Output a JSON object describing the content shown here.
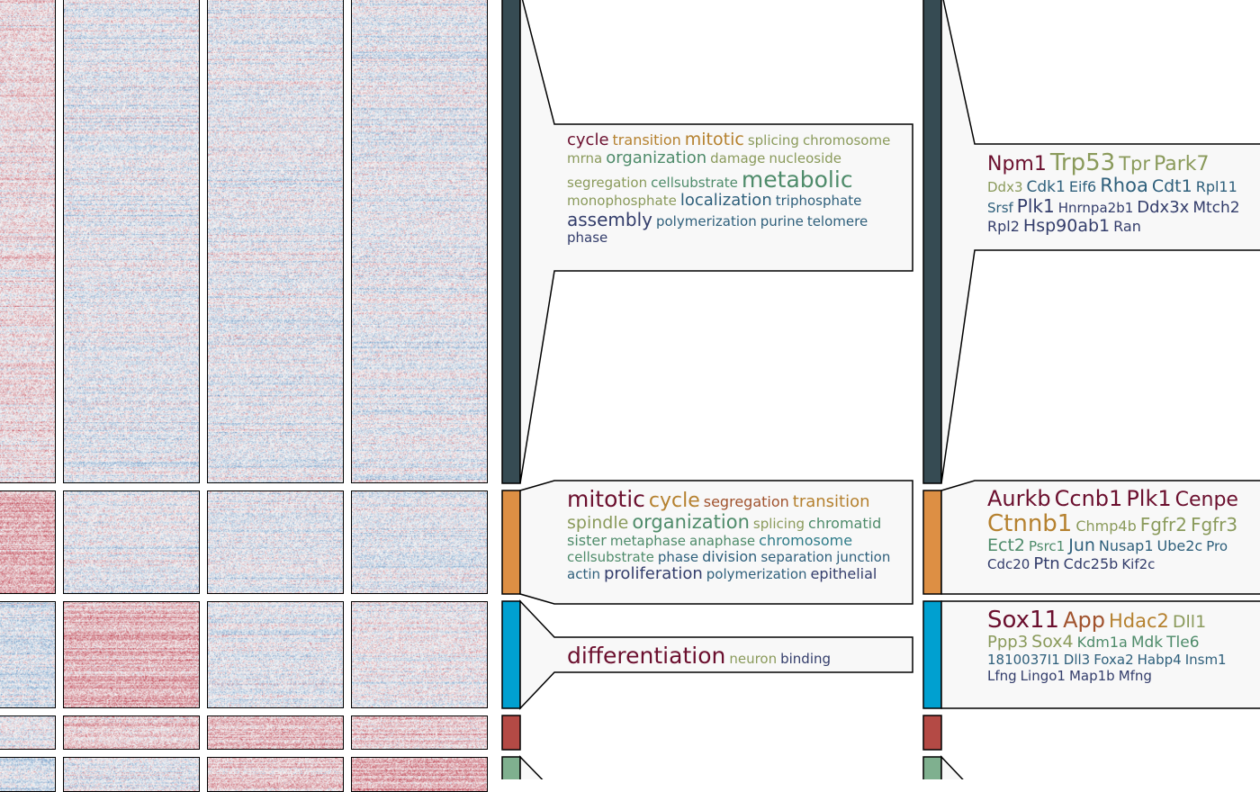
{
  "colors": {
    "heat_high": "#b2182b",
    "heat_low": "#2166ac",
    "heat_mid": "#f7f7f7",
    "panel_border": "#000000",
    "box_fill": "#f8f8f8",
    "word_palette": [
      "#6b0f2e",
      "#b5812f",
      "#8a9a5b",
      "#4e8b6a",
      "#2e5f7b",
      "#333d6b",
      "#a0522d",
      "#2e7b88"
    ]
  },
  "chart_data": {
    "type": "heatmap",
    "columns": 4,
    "clusters": [
      {
        "id": "cluster-1",
        "color": "#364b53",
        "column_bias": [
          0.15,
          0.0,
          0.0,
          0.0
        ],
        "go_terms": [
          "cycle",
          "transition",
          "mitotic",
          "splicing",
          "chromosome",
          "mrna",
          "organization",
          "damage",
          "nucleoside",
          "segregation",
          "cellsubstrate",
          "metabolic",
          "monophosphate",
          "localization",
          "triphosphate",
          "assembly",
          "polymerization",
          "purine",
          "telomere",
          "phase"
        ],
        "go_sizes": [
          18,
          16,
          19,
          15,
          15,
          15,
          18,
          15,
          15,
          15,
          15,
          25,
          15,
          18,
          15,
          20,
          15,
          15,
          15,
          15
        ],
        "go_colors": [
          0,
          1,
          1,
          2,
          2,
          2,
          3,
          2,
          2,
          2,
          3,
          3,
          2,
          4,
          4,
          5,
          4,
          4,
          4,
          5
        ],
        "genes": [
          "Npm1",
          "Trp53",
          "Tpr",
          "Park7",
          "Ddx3",
          "Cdk1",
          "Eif6",
          "Rhoa",
          "Cdt1",
          "Rpl11",
          "Srsf",
          "Plk1",
          "Hnrnpa2b1",
          "Ddx3x",
          "Mtch2",
          "Rpl2",
          "Hsp90ab1",
          "Ran"
        ],
        "gene_sizes": [
          22,
          26,
          21,
          22,
          15,
          17,
          16,
          21,
          19,
          16,
          15,
          20,
          15,
          18,
          17,
          16,
          19,
          16
        ],
        "gene_colors": [
          0,
          2,
          2,
          2,
          2,
          4,
          4,
          4,
          4,
          4,
          4,
          5,
          5,
          5,
          5,
          5,
          5,
          5
        ]
      },
      {
        "id": "cluster-2",
        "color": "#dd8f44",
        "column_bias": [
          0.35,
          0.0,
          0.0,
          0.0
        ],
        "go_terms": [
          "mitotic",
          "cycle",
          "segregation",
          "transition",
          "spindle",
          "organization",
          "splicing",
          "chromatid",
          "sister",
          "metaphase",
          "anaphase",
          "chromosome",
          "cellsubstrate",
          "phase",
          "division",
          "separation",
          "junction",
          "actin",
          "proliferation",
          "polymerization",
          "epithelial"
        ],
        "go_sizes": [
          25,
          22,
          16,
          18,
          19,
          21,
          15,
          16,
          16,
          15,
          15,
          16,
          15,
          15,
          16,
          15,
          15,
          15,
          18,
          15,
          16
        ],
        "go_colors": [
          0,
          1,
          6,
          1,
          2,
          3,
          2,
          3,
          3,
          3,
          3,
          7,
          3,
          4,
          4,
          4,
          4,
          4,
          5,
          4,
          5
        ],
        "genes": [
          "Aurkb",
          "Ccnb1",
          "Plk1",
          "Cenpe",
          "Ctnnb1",
          "Chmp4b",
          "Fgfr2",
          "Fgfr3",
          "Ect2",
          "Psrc1",
          "Jun",
          "Nusap1",
          "Ube2c",
          "Pro",
          "Cdc20",
          "Ptn",
          "Cdc25b",
          "Kif2c"
        ],
        "gene_sizes": [
          24,
          24,
          24,
          22,
          26,
          16,
          20,
          20,
          19,
          15,
          19,
          16,
          16,
          15,
          15,
          18,
          16,
          15
        ],
        "gene_colors": [
          0,
          0,
          0,
          0,
          1,
          2,
          2,
          2,
          3,
          3,
          4,
          4,
          4,
          4,
          5,
          5,
          5,
          5
        ]
      },
      {
        "id": "cluster-3",
        "color": "#00a0d0",
        "column_bias": [
          -0.1,
          0.35,
          0.0,
          0.05
        ],
        "go_terms": [
          "differentiation",
          "neuron",
          "binding"
        ],
        "go_sizes": [
          25,
          15,
          15
        ],
        "go_colors": [
          0,
          2,
          5
        ],
        "genes": [
          "Sox11",
          "App",
          "Hdac2",
          "Dll1",
          "Ppp3",
          "Sox4",
          "Kdm1a",
          "Mdk",
          "Tle6",
          "1810037I1",
          "Dll3",
          "Foxa2",
          "Habp4",
          "Insm1",
          "Lfng",
          "Lingo1",
          "Map1b",
          "Mfng"
        ],
        "gene_sizes": [
          26,
          24,
          21,
          19,
          18,
          19,
          16,
          17,
          17,
          15,
          15,
          15,
          15,
          15,
          15,
          15,
          15,
          15
        ],
        "gene_colors": [
          0,
          6,
          1,
          2,
          2,
          2,
          3,
          3,
          3,
          4,
          4,
          4,
          4,
          4,
          5,
          5,
          5,
          5
        ]
      },
      {
        "id": "cluster-4",
        "color": "#b44a45",
        "column_bias": [
          0.0,
          0.25,
          0.3,
          0.25
        ],
        "go_terms": [],
        "go_sizes": [],
        "go_colors": [],
        "genes": [],
        "gene_sizes": [],
        "gene_colors": []
      },
      {
        "id": "cluster-5",
        "color": "#7fb08f",
        "column_bias": [
          -0.1,
          0.0,
          0.25,
          0.4
        ],
        "go_terms": [],
        "go_sizes": [],
        "go_colors": [],
        "genes": [],
        "gene_sizes": [],
        "gene_colors": []
      }
    ]
  }
}
